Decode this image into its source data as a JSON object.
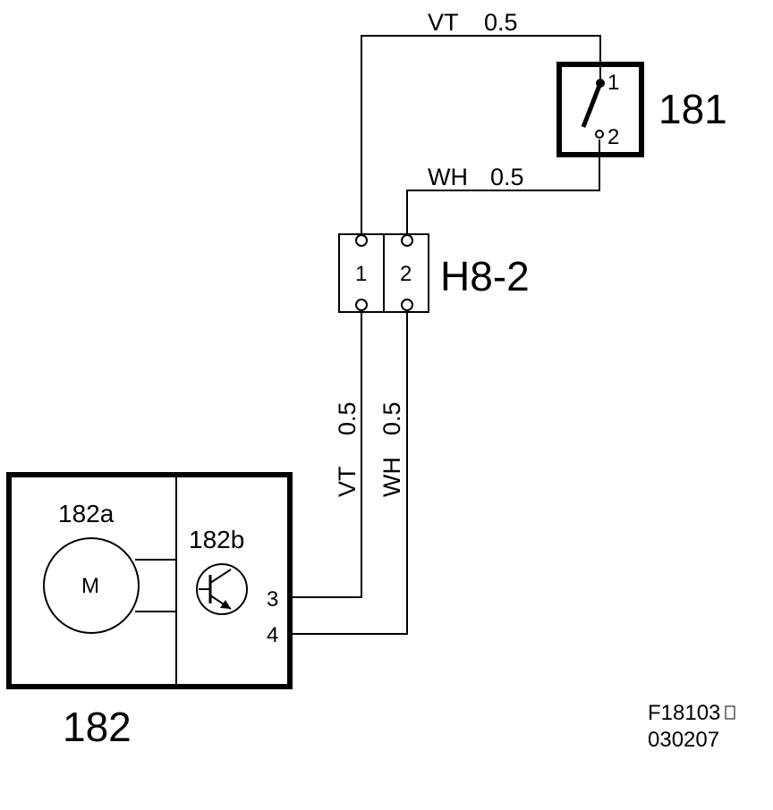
{
  "components": {
    "switch_181": {
      "label": "181",
      "pin1": "1",
      "pin2": "2"
    },
    "connector_h8_2": {
      "label": "H8-2",
      "pin1": "1",
      "pin2": "2"
    },
    "unit_182": {
      "label": "182",
      "pin3": "3",
      "pin4": "4"
    },
    "motor_182a": {
      "label": "182a",
      "symbol": "M"
    },
    "transistor_182b": {
      "label": "182b"
    }
  },
  "wires": {
    "top_vt": {
      "color": "VT",
      "size": "0.5"
    },
    "top_wh": {
      "color": "WH",
      "size": "0.5"
    },
    "lower_vt": {
      "color": "VT",
      "size": "0.5"
    },
    "lower_wh": {
      "color": "WH",
      "size": "0.5"
    }
  },
  "footer": {
    "figure_id": "F18103",
    "date_code": "030207"
  }
}
